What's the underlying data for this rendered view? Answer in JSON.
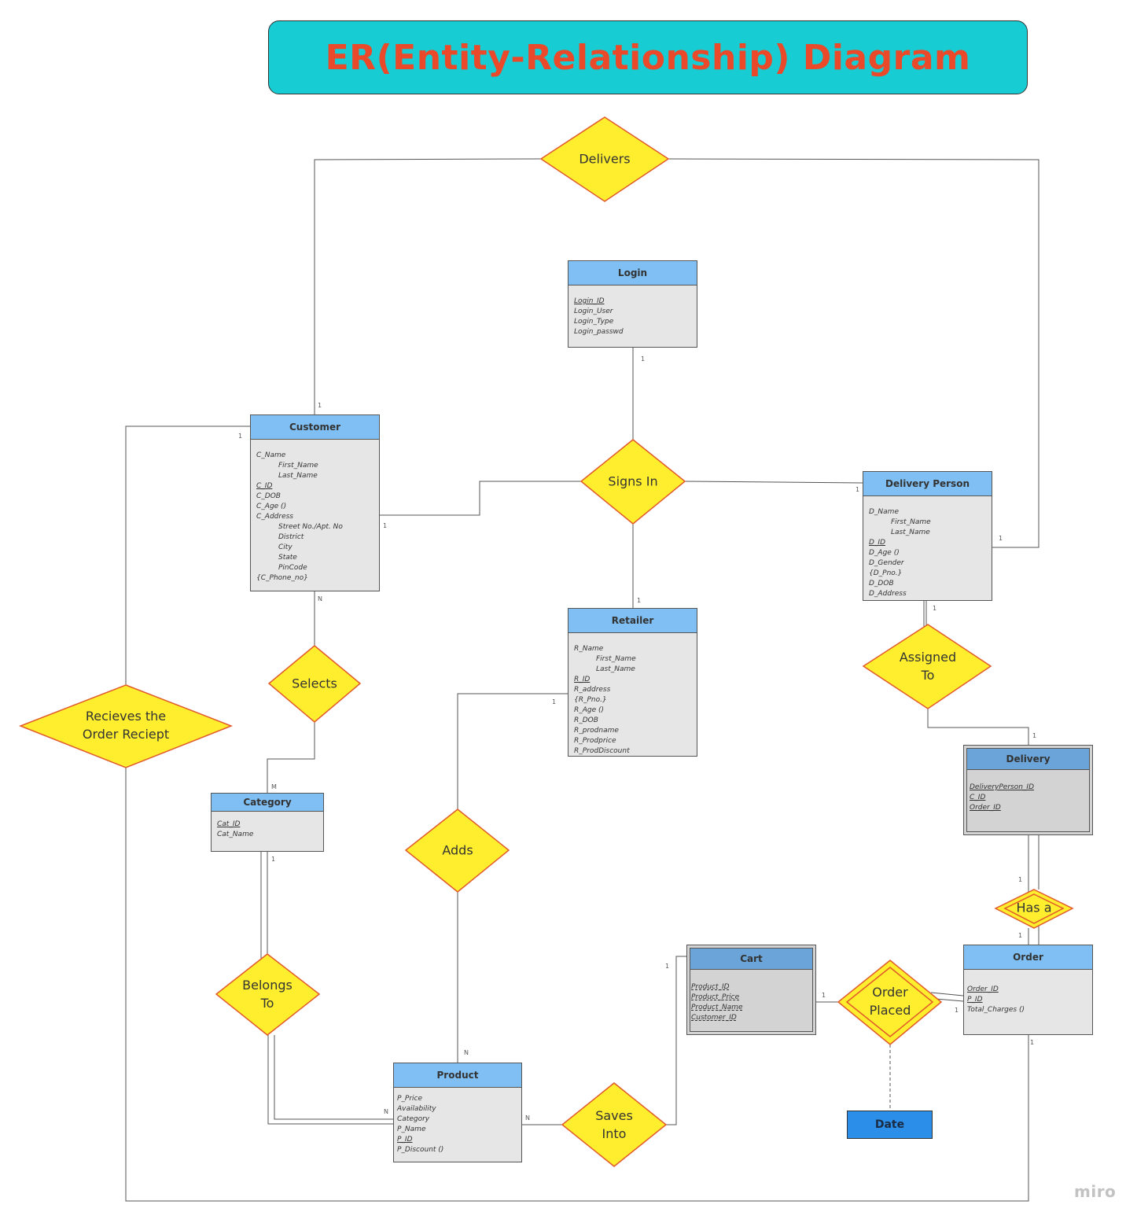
{
  "title": "ER(Entity-Relationship) Diagram",
  "watermark": "miro",
  "colors": {
    "banner": "#17ccd3",
    "title_text": "#ea4a2a",
    "entity_header": "#7fbff3",
    "weak_header": "#6aa4d8",
    "relationship_fill": "#ffee2e",
    "relationship_border": "#e05a2a",
    "date_attribute": "#2b8ee8"
  },
  "entities": {
    "login": {
      "name": "Login",
      "attrs": [
        {
          "t": "Login_ID",
          "key": true
        },
        {
          "t": "Login_User"
        },
        {
          "t": "Login_Type"
        },
        {
          "t": "Login_passwd"
        }
      ]
    },
    "customer": {
      "name": "Customer",
      "attrs": [
        {
          "t": "C_Name"
        },
        {
          "t": "First_Name",
          "sub": true
        },
        {
          "t": "Last_Name",
          "sub": true
        },
        {
          "t": "C_ID",
          "key": true
        },
        {
          "t": "C_DOB"
        },
        {
          "t": "C_Age ()"
        },
        {
          "t": "C_Address"
        },
        {
          "t": "Street No./Apt. No",
          "sub": true
        },
        {
          "t": "District",
          "sub": true
        },
        {
          "t": "City",
          "sub": true
        },
        {
          "t": "State",
          "sub": true
        },
        {
          "t": "PinCode",
          "sub": true
        },
        {
          "t": "{C_Phone_no}"
        }
      ]
    },
    "delivery_person": {
      "name": "Delivery Person",
      "attrs": [
        {
          "t": "D_Name"
        },
        {
          "t": "First_Name",
          "sub": true
        },
        {
          "t": "Last_Name",
          "sub": true
        },
        {
          "t": "D_ID",
          "key": true
        },
        {
          "t": "D_Age ()"
        },
        {
          "t": "D_Gender"
        },
        {
          "t": "{D_Pno.}"
        },
        {
          "t": "D_DOB"
        },
        {
          "t": "D_Address"
        }
      ]
    },
    "retailer": {
      "name": "Retailer",
      "attrs": [
        {
          "t": "R_Name"
        },
        {
          "t": "First_Name",
          "sub": true
        },
        {
          "t": "Last_Name",
          "sub": true
        },
        {
          "t": "R_ID",
          "key": true
        },
        {
          "t": "R_address"
        },
        {
          "t": "{R_Pno.}"
        },
        {
          "t": "R_Age ()"
        },
        {
          "t": "R_DOB"
        },
        {
          "t": "R_prodname"
        },
        {
          "t": "R_Prodprice"
        },
        {
          "t": "R_ProdDiscount"
        }
      ]
    },
    "category": {
      "name": "Category",
      "attrs": [
        {
          "t": "Cat_ID",
          "key": true
        },
        {
          "t": "Cat_Name"
        }
      ]
    },
    "delivery": {
      "name": "Delivery",
      "attrs": [
        {
          "t": ""
        },
        {
          "t": "DeliveryPerson_ID",
          "key": true
        },
        {
          "t": "C_ID",
          "key": true
        },
        {
          "t": "Order_ID",
          "key": true
        }
      ]
    },
    "cart": {
      "name": "Cart",
      "attrs": [
        {
          "t": ""
        },
        {
          "t": "Product_ID",
          "dkey": true
        },
        {
          "t": "Product_Price",
          "dkey": true
        },
        {
          "t": "Product_Name",
          "dkey": true
        },
        {
          "t": "Customer_ID",
          "dkey": true
        }
      ]
    },
    "order": {
      "name": "Order",
      "attrs": [
        {
          "t": ""
        },
        {
          "t": "Order_ID",
          "key": true
        },
        {
          "t": "P_ID",
          "key": true
        },
        {
          "t": "Total_Charges ()"
        }
      ]
    },
    "product": {
      "name": "Product",
      "attrs": [
        {
          "t": "P_Price"
        },
        {
          "t": "Availability"
        },
        {
          "t": "Category"
        },
        {
          "t": "P_Name"
        },
        {
          "t": "P_ID",
          "key": true
        },
        {
          "t": "P_Discount ()"
        }
      ]
    }
  },
  "relationships": {
    "delivers": "Delivers",
    "signs_in": "Signs In",
    "assigned_to": [
      "Assigned",
      "To"
    ],
    "selects": "Selects",
    "receives": [
      "Recieves the",
      "Order Reciept"
    ],
    "adds": "Adds",
    "has_a": "Has a",
    "belongs_to": [
      "Belongs",
      "To"
    ],
    "order_placed": [
      "Order",
      "Placed"
    ],
    "saves_into": [
      "Saves",
      "Into"
    ]
  },
  "attribute_date": "Date",
  "cardinalities": {
    "delivers_customer": "1",
    "delivers_delivery_person": "1",
    "login_signs_in": "1",
    "customer_signs_in": "1",
    "delivery_person_signs_in": "1",
    "retailer_signs_in": "1",
    "customer_receives": "1",
    "customer_selects": "N",
    "category_selects": "M",
    "delivery_person_assigned": "1",
    "delivery_assigned": "1",
    "retailer_adds": "1",
    "category_belongs": "1",
    "delivery_has_a": "1",
    "order_has_a": "1",
    "cart_saves": "1",
    "cart_order_placed": "1",
    "order_order_placed": "1",
    "order_receives": "1",
    "product_adds": "N",
    "product_belongs": "N",
    "product_saves": "N"
  }
}
